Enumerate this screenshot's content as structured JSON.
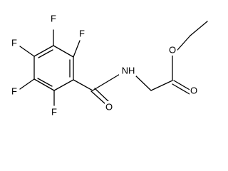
{
  "molecule": {
    "atoms": {
      "f_top": "F",
      "f_upper_right": "F",
      "f_upper_left": "F",
      "f_lower_left": "F",
      "f_bottom": "F",
      "carbonyl_o": "O",
      "amide_n": "NH",
      "ester_single_o": "O",
      "ester_double_o": "O"
    }
  }
}
